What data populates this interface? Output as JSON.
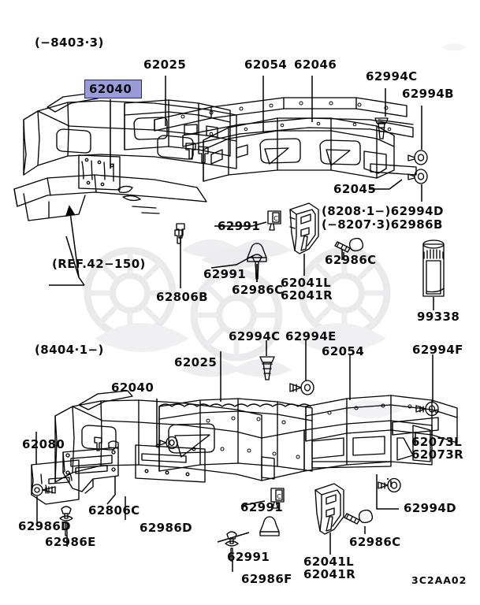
{
  "diagram": {
    "title_code": "3C2AA02",
    "highlight_color": "#9a9cd8",
    "highlight_border_color": "#26267a",
    "line_color": "#000000",
    "background": "#ffffff"
  },
  "sections": {
    "upper": {
      "date_range": "(−8403·3)"
    },
    "lower": {
      "date_range": "(8404·1−)"
    }
  },
  "reference": {
    "label": "(REF.42−150)"
  },
  "highlight": {
    "part": "62040"
  },
  "labels_upper": [
    {
      "id": "u-62025",
      "text": "62025"
    },
    {
      "id": "u-62054",
      "text": "62054"
    },
    {
      "id": "u-62046",
      "text": "62046"
    },
    {
      "id": "u-62994c",
      "text": "62994C"
    },
    {
      "id": "u-62994b",
      "text": "62994B"
    },
    {
      "id": "u-62045",
      "text": "62045"
    },
    {
      "id": "u-62991a",
      "text": "62991"
    },
    {
      "id": "u-62991b",
      "text": "62991"
    },
    {
      "id": "u-62806b",
      "text": "62806B"
    },
    {
      "id": "u-62986c-a",
      "text": "62986C"
    },
    {
      "id": "u-62986c-b",
      "text": "62986C"
    },
    {
      "id": "u-62041",
      "line1": "62041L",
      "line2": "62041R"
    },
    {
      "id": "u-99338",
      "text": "99338"
    }
  ],
  "date_variants_upper": [
    {
      "range": "(8208·1−)",
      "part": "62994D"
    },
    {
      "range": "(−8207·3)",
      "part": "62986B"
    }
  ],
  "labels_lower": [
    {
      "id": "l-62040",
      "text": "62040"
    },
    {
      "id": "l-62025",
      "text": "62025"
    },
    {
      "id": "l-62994c",
      "text": "62994C"
    },
    {
      "id": "l-62994e",
      "text": "62994E"
    },
    {
      "id": "l-62054",
      "text": "62054"
    },
    {
      "id": "l-62994f",
      "text": "62994F"
    },
    {
      "id": "l-62073",
      "line1": "62073L",
      "line2": "62073R"
    },
    {
      "id": "l-62994d-r",
      "text": "62994D"
    },
    {
      "id": "l-62080",
      "text": "62080"
    },
    {
      "id": "l-62806c",
      "text": "62806C"
    },
    {
      "id": "l-62986d-a",
      "text": "62986D"
    },
    {
      "id": "l-62986d-b",
      "text": "62986D"
    },
    {
      "id": "l-62986e",
      "text": "62986E"
    },
    {
      "id": "l-62991a",
      "text": "62991"
    },
    {
      "id": "l-62991b",
      "text": "62991"
    },
    {
      "id": "l-62986f",
      "text": "62986F"
    },
    {
      "id": "l-62041",
      "line1": "62041L",
      "line2": "62041R"
    },
    {
      "id": "l-62986c",
      "text": "62986C"
    }
  ]
}
